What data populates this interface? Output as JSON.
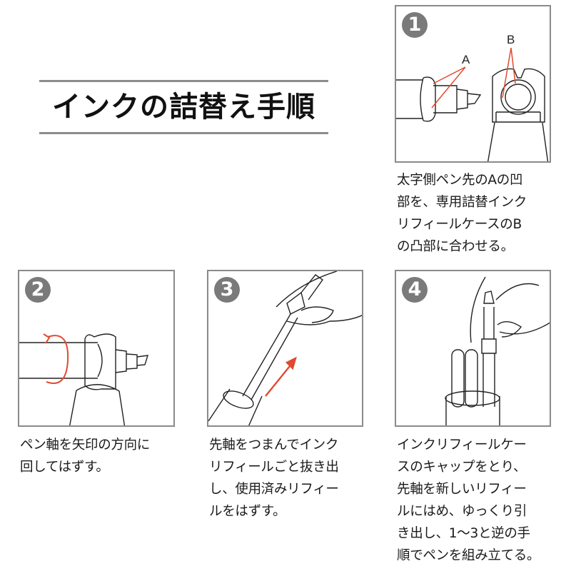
{
  "title": "インクの詰替え手順",
  "colors": {
    "accent_arrow": "#e04a2f",
    "badge": "#7a7a7a",
    "border": "#8a8a8a",
    "text": "#1a1a1a"
  },
  "steps": [
    {
      "number": "1",
      "labels": {
        "a": "A",
        "b": "B"
      },
      "caption_lines": [
        "太字側ペン先のAの凹",
        "部を、専用詰替インク",
        "リフィールケースのB",
        "の凸部に合わせる。"
      ]
    },
    {
      "number": "2",
      "caption_lines": [
        "ペン軸を矢印の方向に",
        "回してはずす。"
      ]
    },
    {
      "number": "3",
      "caption_lines": [
        "先軸をつまんでインク",
        "リフィールごと抜き出",
        "し、使用済みリフィー",
        "ルをはずす。"
      ]
    },
    {
      "number": "4",
      "caption_lines": [
        "インクリフィールケー",
        "スのキャップをとり、",
        "先軸を新しいリフィー",
        "ルにはめ、ゆっくり引",
        "き出し、1～3と逆の手",
        "順でペンを組み立てる。"
      ]
    }
  ]
}
